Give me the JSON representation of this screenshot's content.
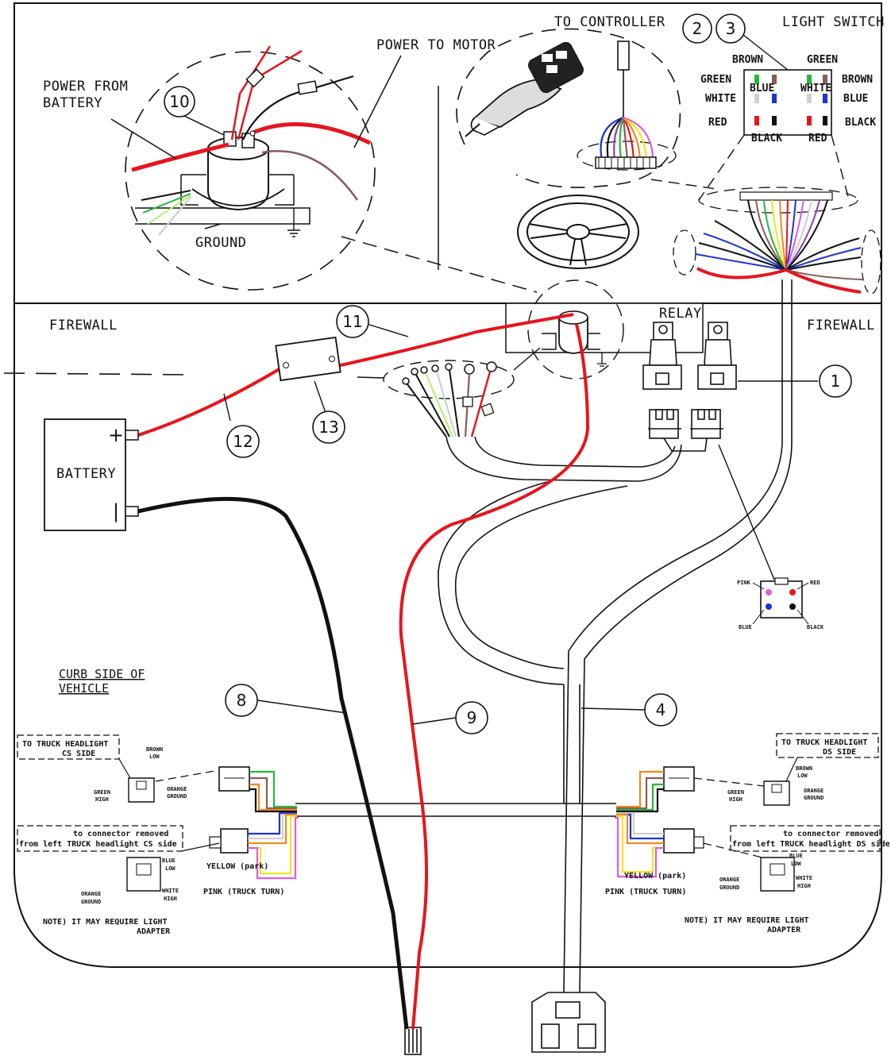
{
  "labels": {
    "to_controller": "TO CONTROLLER",
    "light_switch": "LIGHT SWITCH",
    "power_to_motor": "POWER TO MOTOR",
    "power_from_battery_1": "POWER FROM",
    "power_from_battery_2": "BATTERY",
    "ground": "GROUND",
    "firewall_left": "FIREWALL",
    "firewall_right": "FIREWALL",
    "relay": "RELAY",
    "battery": "BATTERY",
    "battery_plus": "+",
    "battery_minus": "|",
    "curb_side_1": "CURB SIDE OF",
    "curb_side_2": "VEHICLE"
  },
  "callouts": {
    "c1": "1",
    "c2": "2",
    "c3": "3",
    "c4": "4",
    "c8": "8",
    "c9": "9",
    "c10": "10",
    "c11": "11",
    "c12": "12",
    "c13": "13"
  },
  "switch_pins": {
    "brown_top": "BROWN",
    "green_top": "GREEN",
    "green_left": "GREEN",
    "blue_center": "BLUE",
    "white_center": "WHITE",
    "brown_right": "BROWN",
    "white_left": "WHITE",
    "blue_right": "BLUE",
    "red_left": "RED",
    "black_right": "BLACK",
    "black_bottom": "BLACK",
    "red_bottom": "RED"
  },
  "relay_socket": {
    "pink": "PINK",
    "red": "RED",
    "blue": "BLUE",
    "black": "BLACK"
  },
  "curb_side": {
    "box_1": "TO TRUCK HEADLIGHT",
    "box_2": "CS SIDE",
    "brown": "BROWN",
    "low": "LOW",
    "green": "GREEN",
    "high": "HIGH",
    "orange": "ORANGE",
    "ground": "GROUND",
    "removed_1": "to connector removed",
    "removed_2": "from left TRUCK headlight CS side",
    "blue": "BLUE",
    "blue_low": "LOW",
    "yellow": "YELLOW (park)",
    "orange2": "ORANGE",
    "ground2": "GROUND",
    "white": "WHITE",
    "white_high": "HIGH",
    "pink": "PINK (TRUCK TURN)",
    "note_1": "NOTE) IT MAY REQUIRE LIGHT",
    "note_2": "ADAPTER"
  },
  "driver_side": {
    "box_1": "TO TRUCK HEADLIGHT",
    "box_2": "DS SIDE",
    "brown": "BROWN",
    "low": "LOW",
    "green": "GREEN",
    "high": "HIGH",
    "orange": "ORANGE",
    "ground": "GROUND",
    "removed_1": "to connector removed",
    "removed_2": "from left TRUCK headlight DS side",
    "blue": "BLUE",
    "blue_low": "LOW",
    "yellow": "YELLOW (park)",
    "pink": "PINK (TRUCK TURN)",
    "orange2": "ORANGE",
    "ground2": "GROUND",
    "white": "WHITE",
    "white_high": "HIGH",
    "note_1": "NOTE) IT MAY REQUIRE LIGHT",
    "note_2": "ADAPTER"
  },
  "colors": {
    "red": "#e8141c",
    "black": "#111111",
    "green": "#27b83a",
    "blue": "#1a33d6",
    "brown": "#8b5a5a",
    "orange": "#f08a1c",
    "yellow": "#f2e51a",
    "pink": "#e05cd8",
    "white": "#cfcfcf",
    "lightgreen": "#b5f07a",
    "purple": "#8a3fb5"
  }
}
